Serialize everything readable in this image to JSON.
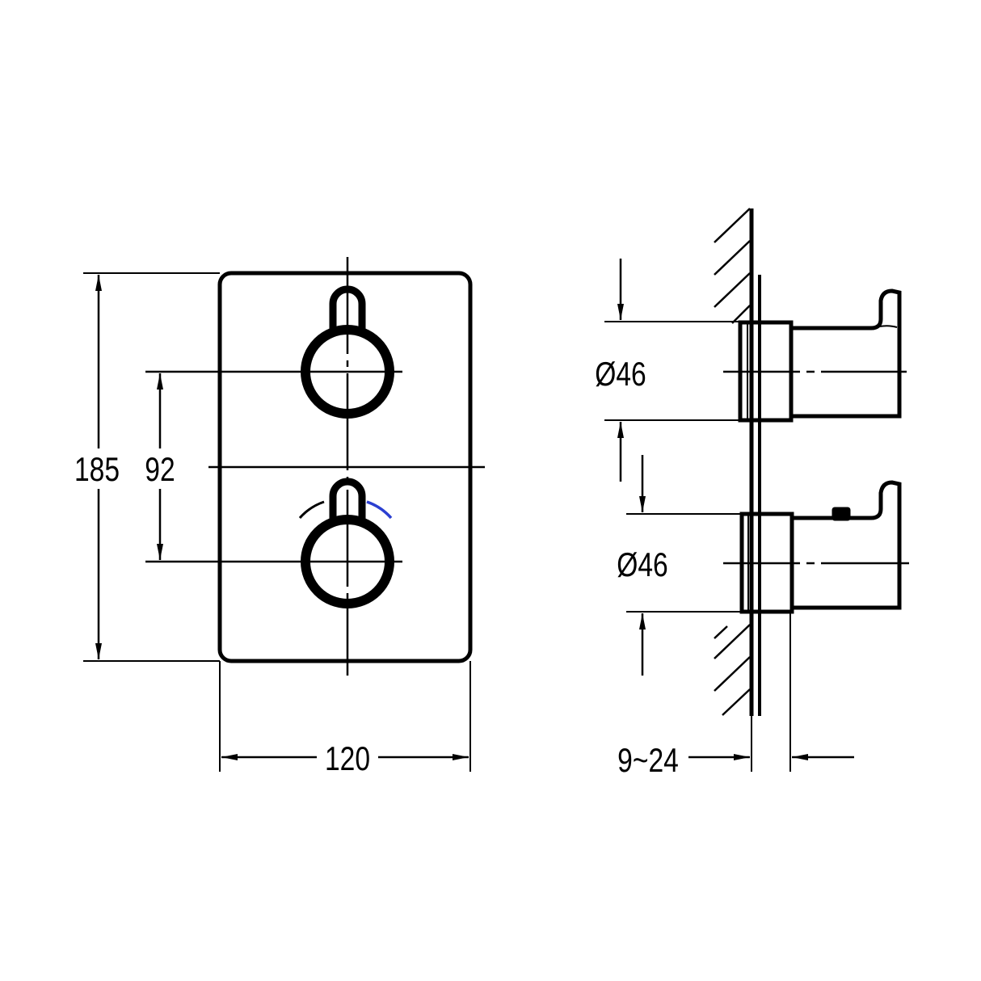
{
  "front_view": {
    "height_label": "185",
    "spacing_label": "92",
    "width_label": "120"
  },
  "side_view": {
    "upper_diameter_label": "Ø46",
    "lower_diameter_label": "Ø46",
    "depth_label": "9~24"
  },
  "colors": {
    "line": "#000000",
    "indicator_cold": "#2b3fd1",
    "indicator_hot": "#000000"
  }
}
